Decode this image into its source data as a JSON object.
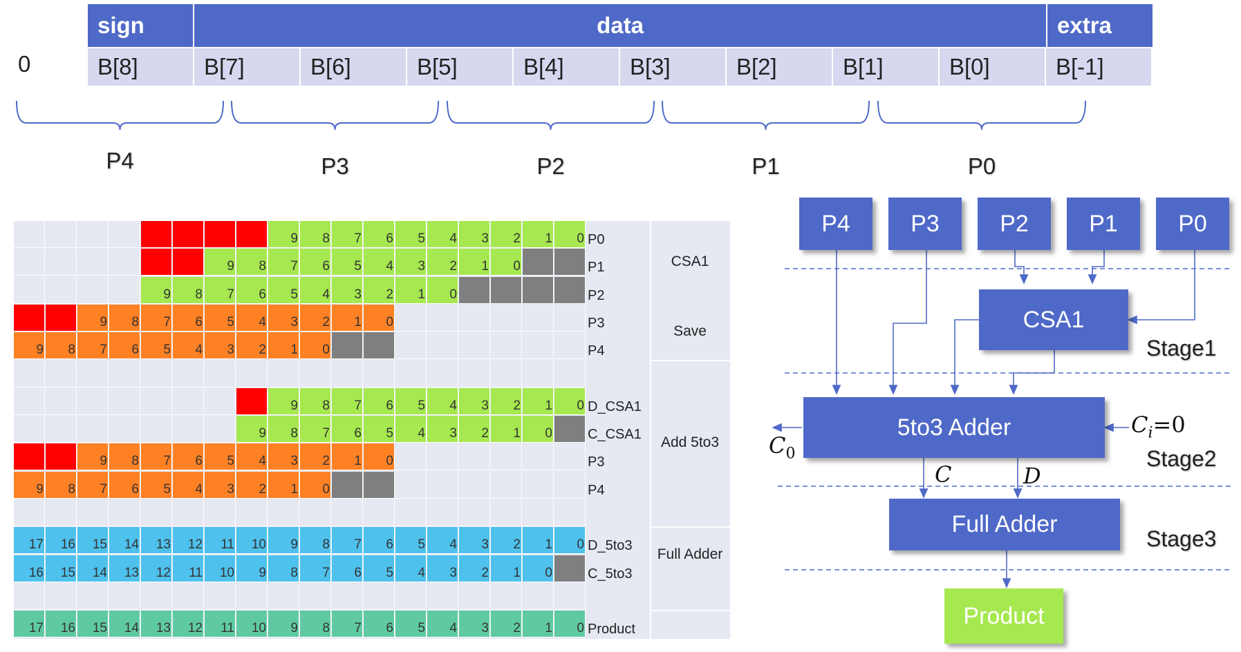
{
  "header": {
    "sign": "sign",
    "data": "data",
    "extra": "extra"
  },
  "bits": {
    "zero": "0",
    "cells": [
      "B[8]",
      "B[7]",
      "B[6]",
      "B[5]",
      "B[4]",
      "B[3]",
      "B[2]",
      "B[1]",
      "B[0]",
      "B[-1]"
    ]
  },
  "groups": [
    "P4",
    "P3",
    "P2",
    "P1",
    "P0"
  ],
  "colors": {
    "grid_bg": "#e6e8f2",
    "red": "#ff0000",
    "green": "#a6e84f",
    "orange": "#ff8124",
    "gray": "#7f7f7f",
    "blue": "#4ec1ed",
    "teal": "#5fcaa2",
    "block": "#4f69c8",
    "product": "#a6e84f"
  },
  "grid": {
    "rows": [
      {
        "label": "P0",
        "cells": [
          ".",
          ".",
          ".",
          ".",
          "R",
          "R",
          "R",
          "R",
          "9",
          "8",
          "7",
          "6",
          "5",
          "4",
          "3",
          "2",
          "1",
          "0"
        ],
        "color": "green"
      },
      {
        "label": "P1",
        "cells": [
          ".",
          ".",
          ".",
          ".",
          "R",
          "R",
          "9",
          "8",
          "7",
          "6",
          "5",
          "4",
          "3",
          "2",
          "1",
          "0",
          "X",
          "X"
        ],
        "color": "green"
      },
      {
        "label": "P2",
        "cells": [
          ".",
          ".",
          ".",
          ".",
          "9",
          "8",
          "7",
          "6",
          "5",
          "4",
          "3",
          "2",
          "1",
          "0",
          "X",
          "X",
          "X",
          "X"
        ],
        "color": "green"
      },
      {
        "label": "P3",
        "cells": [
          "R",
          "R",
          "9",
          "8",
          "7",
          "6",
          "5",
          "4",
          "3",
          "2",
          "1",
          "0",
          ".",
          ".",
          ".",
          ".",
          ".",
          "."
        ],
        "color": "orange"
      },
      {
        "label": "P4",
        "cells": [
          "9",
          "8",
          "7",
          "6",
          "5",
          "4",
          "3",
          "2",
          "1",
          "0",
          "X",
          "X",
          ".",
          ".",
          ".",
          ".",
          ".",
          "."
        ],
        "color": "orange"
      },
      {
        "label": "",
        "cells": [
          ".",
          ".",
          ".",
          ".",
          ".",
          ".",
          ".",
          ".",
          ".",
          ".",
          ".",
          ".",
          ".",
          ".",
          ".",
          ".",
          ".",
          "."
        ],
        "color": "none"
      },
      {
        "label": "D_CSA1",
        "cells": [
          ".",
          ".",
          ".",
          ".",
          ".",
          ".",
          ".",
          "R",
          "9",
          "8",
          "7",
          "6",
          "5",
          "4",
          "3",
          "2",
          "1",
          "0"
        ],
        "color": "green"
      },
      {
        "label": "C_CSA1",
        "cells": [
          ".",
          ".",
          ".",
          ".",
          ".",
          ".",
          ".",
          "9",
          "8",
          "7",
          "6",
          "5",
          "4",
          "3",
          "2",
          "1",
          "0",
          "X"
        ],
        "color": "green"
      },
      {
        "label": "P3",
        "cells": [
          "R",
          "R",
          "9",
          "8",
          "7",
          "6",
          "5",
          "4",
          "3",
          "2",
          "1",
          "0",
          ".",
          ".",
          ".",
          ".",
          ".",
          "."
        ],
        "color": "orange"
      },
      {
        "label": "P4",
        "cells": [
          "9",
          "8",
          "7",
          "6",
          "5",
          "4",
          "3",
          "2",
          "1",
          "0",
          "X",
          "X",
          ".",
          ".",
          ".",
          ".",
          ".",
          "."
        ],
        "color": "orange"
      },
      {
        "label": "",
        "cells": [
          ".",
          ".",
          ".",
          ".",
          ".",
          ".",
          ".",
          ".",
          ".",
          ".",
          ".",
          ".",
          ".",
          ".",
          ".",
          ".",
          ".",
          "."
        ],
        "color": "none"
      },
      {
        "label": "D_5to3",
        "cells": [
          "17",
          "16",
          "15",
          "14",
          "13",
          "12",
          "11",
          "10",
          "9",
          "8",
          "7",
          "6",
          "5",
          "4",
          "3",
          "2",
          "1",
          "0"
        ],
        "color": "blue"
      },
      {
        "label": "C_5to3",
        "cells": [
          "16",
          "15",
          "14",
          "13",
          "12",
          "11",
          "10",
          "9",
          "8",
          "7",
          "6",
          "5",
          "4",
          "3",
          "2",
          "1",
          "0",
          "X"
        ],
        "color": "blue"
      },
      {
        "label": "",
        "cells": [
          ".",
          ".",
          ".",
          ".",
          ".",
          ".",
          ".",
          ".",
          ".",
          ".",
          ".",
          ".",
          ".",
          ".",
          ".",
          ".",
          ".",
          "."
        ],
        "color": "none"
      },
      {
        "label": "Product",
        "cells": [
          "17",
          "16",
          "15",
          "14",
          "13",
          "12",
          "11",
          "10",
          "9",
          "8",
          "7",
          "6",
          "5",
          "4",
          "3",
          "2",
          "1",
          "0"
        ],
        "color": "teal"
      }
    ],
    "group_labels": [
      "CSA1",
      "Save",
      "Add 5to3",
      "Full Adder"
    ]
  },
  "flow": {
    "inputs": [
      "P4",
      "P3",
      "P2",
      "P1",
      "P0"
    ],
    "csa1": "CSA1",
    "adder5to3": "5to3 Adder",
    "full_adder": "Full Adder",
    "product": "Product",
    "stage1": "Stage1",
    "stage2": "Stage2",
    "stage3": "Stage3",
    "c0": "C",
    "c0_sub": "0",
    "ci": "C",
    "ci_sub": "i",
    "ci_val": "=0",
    "c_label": "C",
    "d_label": "D"
  }
}
